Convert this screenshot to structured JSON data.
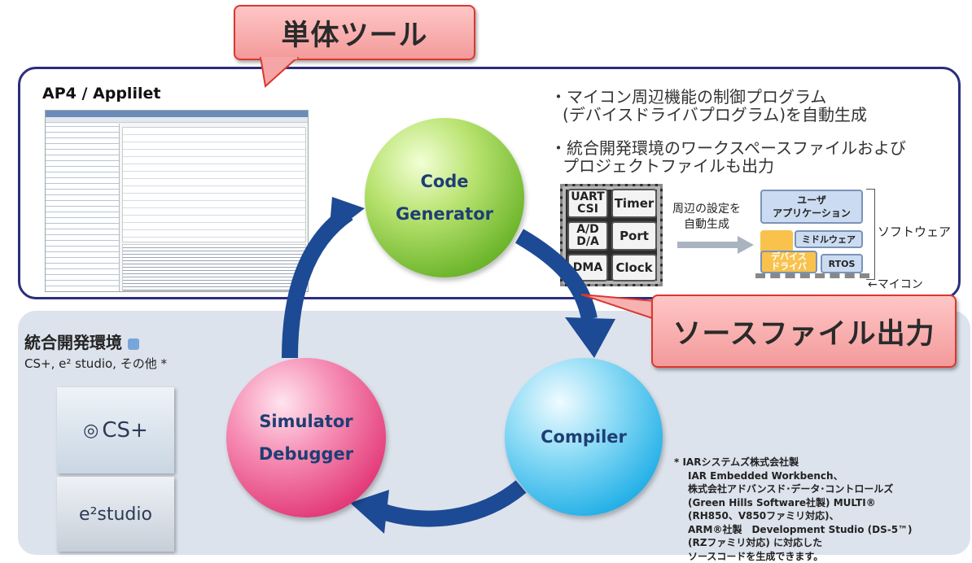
{
  "callouts": {
    "standalone": "単体ツール",
    "source_output": "ソースファイル出力"
  },
  "top": {
    "title": "AP4 / Applilet",
    "bullets": [
      "・マイコン周辺機能の制御プログラム",
      "(デバイスドライバプログラム)を自動生成",
      "・統合開発環境のワークスペースファイルおよび",
      "プロジェクトファイルも出力"
    ],
    "chip": {
      "uart": "UART",
      "csi": "CSI",
      "ad": "A/D",
      "da": "D/A",
      "dma": "DMA",
      "timer": "Timer",
      "port": "Port",
      "clock": "Clock"
    },
    "arrow_label": [
      "周辺の設定を",
      "自動生成"
    ],
    "stack": {
      "user_app": [
        "ユーザ",
        "アプリケーション"
      ],
      "middleware": "ミドルウェア",
      "device_driver": [
        "デバイス",
        "ドライバ"
      ],
      "rtos": "RTOS"
    },
    "software_label": "ソフトウェア",
    "mcu_label": "←マイコン"
  },
  "bottom": {
    "title": "統合開発環境",
    "subtitle": "CS+, e² studio, その他 *",
    "product1": "CS+",
    "product2": "e²studio",
    "note": [
      "* IARシステムズ株式会社製",
      "IAR Embedded Workbench、",
      "株式会社アドバンスド･データ･コントロールズ",
      "(Green Hills Software社製) MULTI®",
      "(RH850、V850ファミリ対応)、",
      "ARM®社製　Development Studio (DS-5™)",
      "(RZファミリ対応) に対応した",
      "ソースコードを生成できます。"
    ]
  },
  "cycle": {
    "code_generator": [
      "Code",
      "Generator"
    ],
    "compiler": "Compiler",
    "simulator_debugger": [
      "Simulator",
      "Debugger"
    ]
  },
  "colors": {
    "panel_border": "#2b2e7c",
    "arrow": "#1d4a94",
    "callout_fill": "#f6a9a9",
    "callout_border": "#d9382f"
  }
}
